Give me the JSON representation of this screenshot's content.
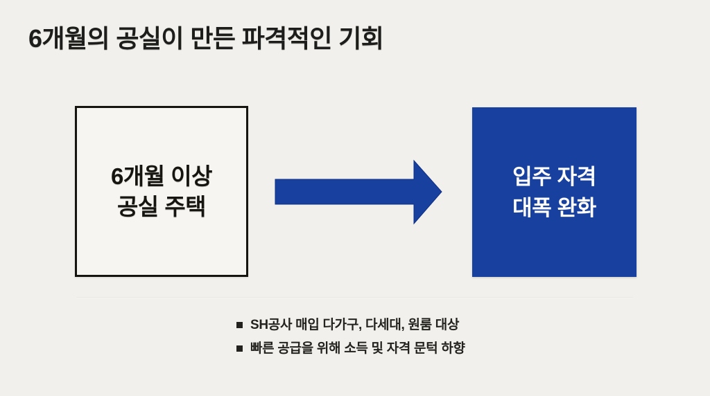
{
  "slide": {
    "title": "6개월의 공실이 만든 파격적인 기회",
    "background_color": "#f1f0ec"
  },
  "diagram": {
    "left_box": {
      "name": "vacant-housing-box",
      "line1": "6개월 이상",
      "line2": "공실 주택",
      "border_color": "#16140f",
      "fill_color": "#f6f5f2",
      "text_color": "#17150f"
    },
    "arrow": {
      "name": "right-arrow",
      "direction": "right",
      "color": "#17409f"
    },
    "right_box": {
      "name": "eligibility-relaxation-box",
      "line1": "입주 자격",
      "line2": "대폭 완화",
      "fill_color": "#17409f",
      "text_color": "#ffffff"
    }
  },
  "notes": {
    "marker": "■",
    "items": [
      "SH공사 매입 다가구, 다세대, 원룸 대상",
      "빠른 공급을 위해 소득 및 자격 문턱 하향"
    ]
  }
}
